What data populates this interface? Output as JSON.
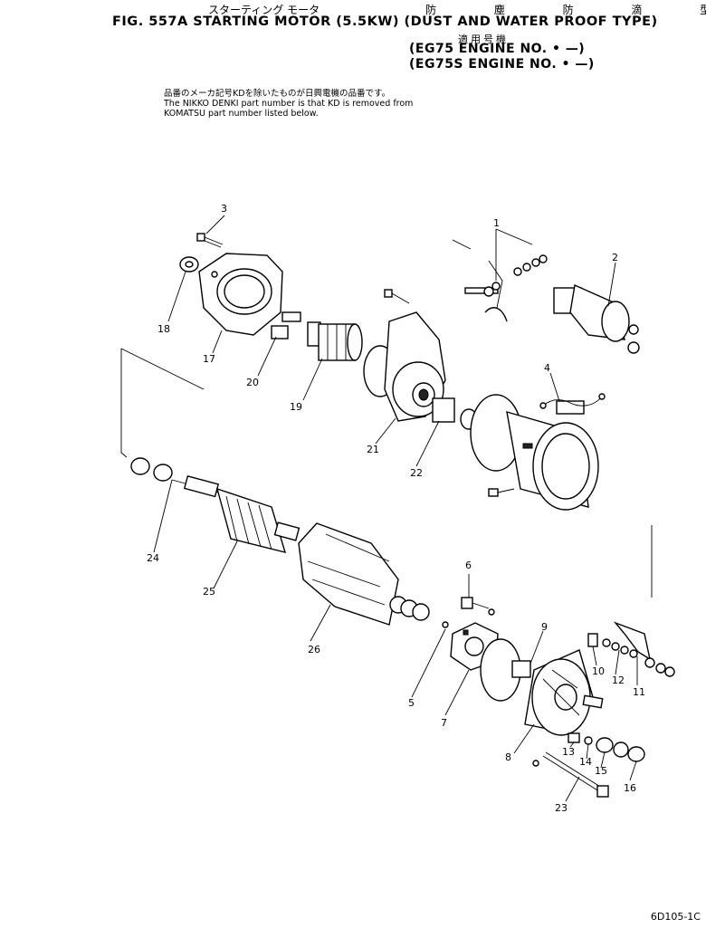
{
  "header": {
    "jp_title": "スターティング モータ",
    "jp_type": "防 塵 防 滴 型",
    "title": "FIG. 557A STARTING MOTOR (5.5KW) (DUST AND WATER PROOF TYPE)",
    "jp_applicable": "適用号機",
    "engine_lines": [
      "(EG75 ENGINE NO. • —)",
      "(EG75S ENGINE NO. • —)"
    ]
  },
  "notes": {
    "jp_note": "品番のメーカ記号KDを除いたものが日興電機の品番です。",
    "en_line1": "The NIKKO DENKI part number is that KD is removed from",
    "en_line2": "KOMATSU part number listed below."
  },
  "callouts": [
    "1",
    "2",
    "3",
    "4",
    "5",
    "6",
    "7",
    "8",
    "9",
    "10",
    "11",
    "12",
    "13",
    "14",
    "15",
    "16",
    "17",
    "18",
    "19",
    "20",
    "21",
    "22",
    "23",
    "24",
    "25",
    "26"
  ],
  "reference_code": "6D105-1C"
}
